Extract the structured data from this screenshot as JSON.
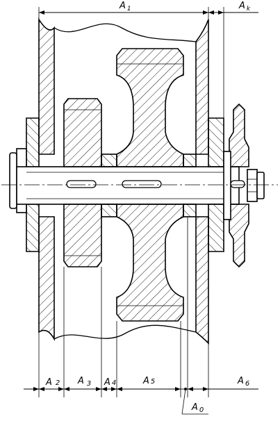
{
  "drawing": {
    "dimension_labels": {
      "A1": {
        "main": "A",
        "sub": "1"
      },
      "Ak": {
        "main": "A",
        "sub": "k"
      },
      "A2": {
        "main": "A",
        "sub": "2"
      },
      "A3": {
        "main": "A",
        "sub": "3"
      },
      "A4": {
        "main": "A",
        "sub": "4"
      },
      "A5": {
        "main": "A",
        "sub": "5"
      },
      "A6": {
        "main": "A",
        "sub": "6"
      },
      "A0": {
        "main": "A",
        "sub": "0"
      }
    },
    "colors": {
      "line": "#000000",
      "background": "#ffffff"
    }
  }
}
